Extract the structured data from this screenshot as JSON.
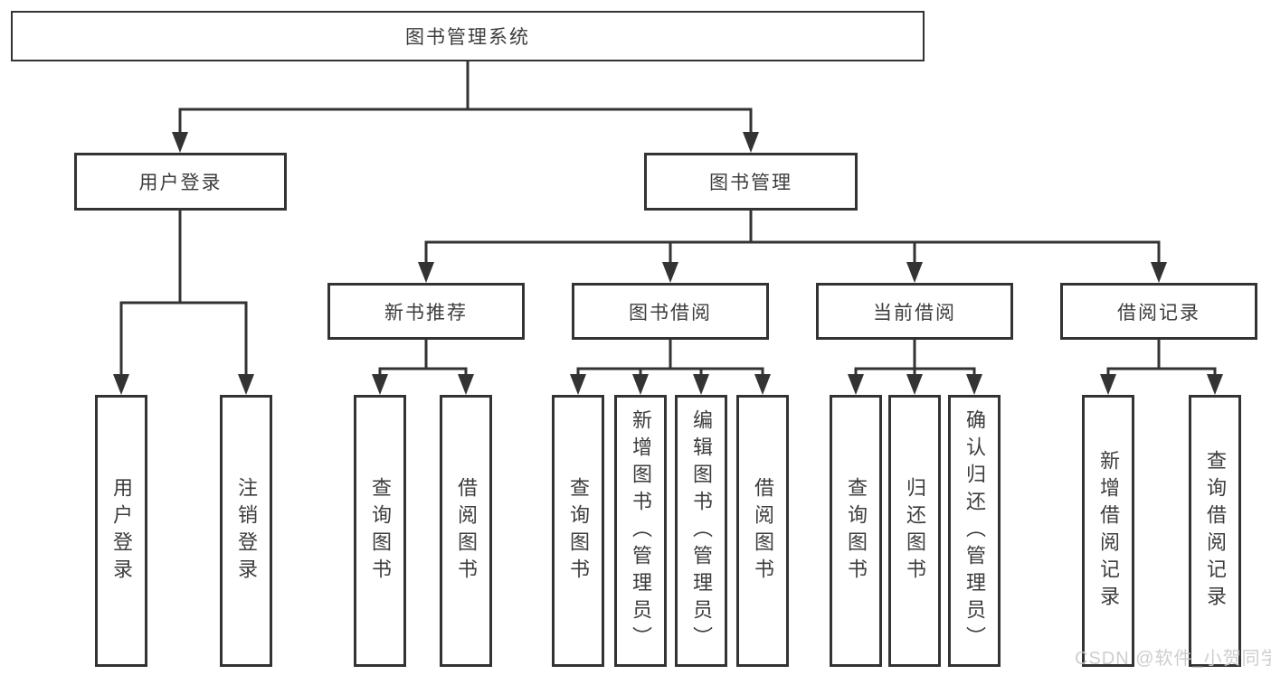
{
  "diagram_title": "图书管理系统",
  "colors": {
    "line": "#333333",
    "text": "#3d3d3d",
    "background": "#ffffff",
    "watermark": "#cbcbcb"
  },
  "tree": {
    "root": "图书管理系统",
    "children": [
      {
        "label": "用户登录",
        "children": [
          "用户登录",
          "注销登录"
        ]
      },
      {
        "label": "图书管理",
        "children": [
          {
            "label": "新书推荐",
            "children": [
              "查询图书",
              "借阅图书"
            ]
          },
          {
            "label": "图书借阅",
            "children": [
              "查询图书",
              "新增图书（管理员）",
              "编辑图书（管理员）",
              "借阅图书"
            ]
          },
          {
            "label": "当前借阅",
            "children": [
              "查询图书",
              "归还图书",
              "确认归还（管理员）"
            ]
          },
          {
            "label": "借阅记录",
            "children": [
              "新增借阅记录",
              "查询借阅记录"
            ]
          }
        ]
      }
    ]
  },
  "watermark": "CSDN @软件_小贺同学"
}
